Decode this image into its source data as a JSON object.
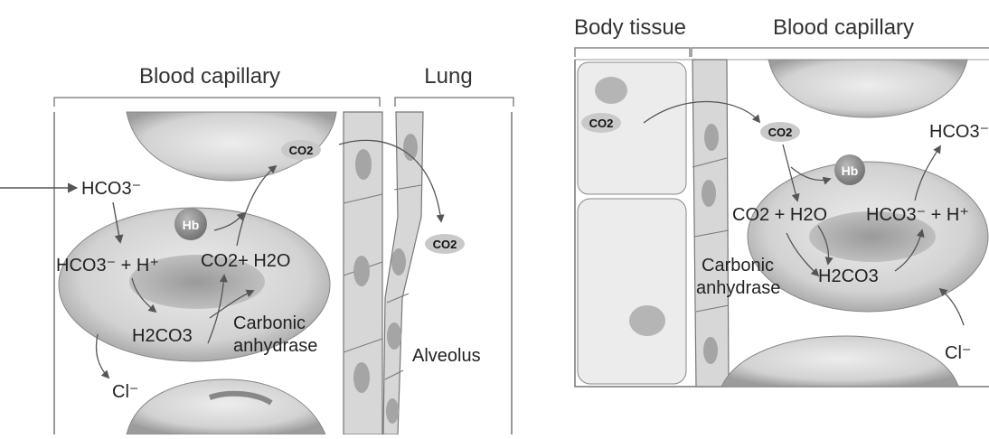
{
  "left_panel": {
    "header_blood_capillary": "Blood capillary",
    "header_lung": "Lung",
    "inflow_hco3": "HCO3⁻",
    "hb": "Hb",
    "hco3_plus_h": "HCO3⁻ + H⁺",
    "co2_plus_h2o": "CO2+ H2O",
    "h2co3": "H2CO3",
    "carbonic": "Carbonic",
    "anhydrase": "anhydrase",
    "cl": "Cl⁻",
    "co2_upper": "CO2",
    "co2_lower": "CO2",
    "alveolus": "Alveolus"
  },
  "right_panel": {
    "header_body_tissue": "Body tissue",
    "header_blood_capillary": "Blood capillary",
    "co2_tissue": "CO2",
    "co2_cap": "CO2",
    "hb": "Hb",
    "hco3": "HCO3⁻",
    "co2_plus_h2o": "CO2 + H2O",
    "hco3_plus_h": "HCO3⁻ + H⁺",
    "carbonic": "Carbonic",
    "anhydrase": "anhydrase",
    "h2co3": "H2CO3",
    "cl": "Cl⁻"
  },
  "colors": {
    "cell_fill": "#dcdcdc",
    "cell_dark": "#a9a9a9",
    "hb_fill": "#8f8f8f",
    "line": "#555555",
    "bracket": "#888888"
  }
}
